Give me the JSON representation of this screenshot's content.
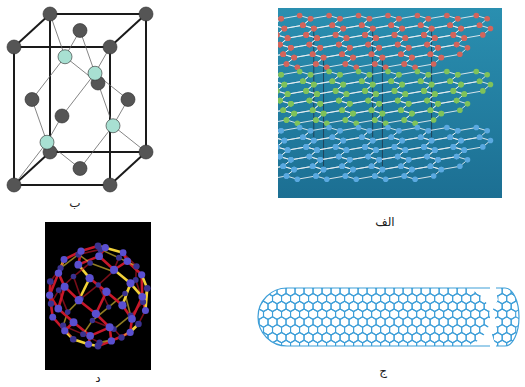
{
  "diagram": {
    "labels": [
      "ب",
      "الف",
      "د",
      "ج"
    ]
  }
}
